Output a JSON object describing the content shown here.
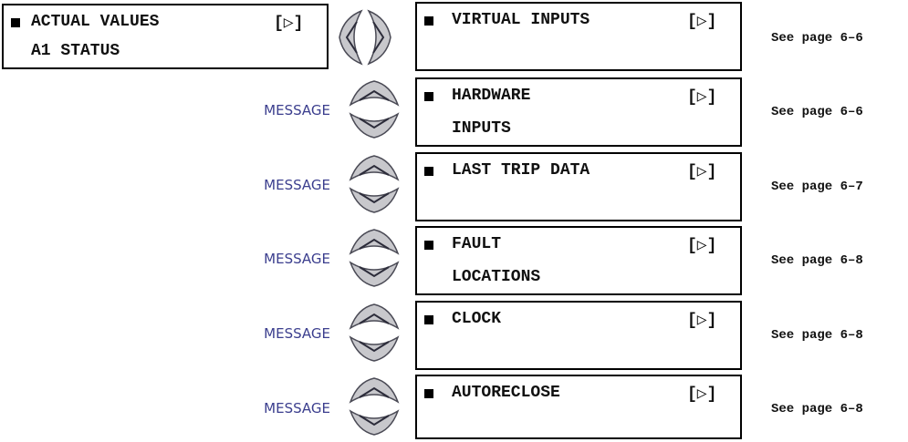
{
  "main_display": {
    "line1": "ACTUAL VALUES",
    "line2": "A1 STATUS",
    "arrow": "[▷]"
  },
  "message_label": "MESSAGE",
  "items": [
    {
      "line1": "VIRTUAL INPUTS",
      "line2": "",
      "arrow": "[▷]",
      "reference": "See page 6–6"
    },
    {
      "line1": "HARDWARE",
      "line2": "INPUTS",
      "arrow": "[▷]",
      "reference": "See page 6–6"
    },
    {
      "line1": "LAST TRIP DATA",
      "line2": "",
      "arrow": "[▷]",
      "reference": "See page 6–7"
    },
    {
      "line1": "FAULT",
      "line2": "LOCATIONS",
      "arrow": "[▷]",
      "reference": "See page 6–8"
    },
    {
      "line1": "CLOCK",
      "line2": "",
      "arrow": "[▷]",
      "reference": "See page 6–8"
    },
    {
      "line1": "AUTORECLOSE",
      "line2": "",
      "arrow": "[▷]",
      "reference": "See page 6–8"
    }
  ],
  "colors": {
    "key_fill": "#c8c8cc",
    "key_stroke": "#4a4a55",
    "message_text": "#3b3e8e"
  },
  "icons": {
    "left_right_keys": "left-right-arrow-keys-icon",
    "up_down_keys": "up-down-arrow-keys-icon"
  }
}
